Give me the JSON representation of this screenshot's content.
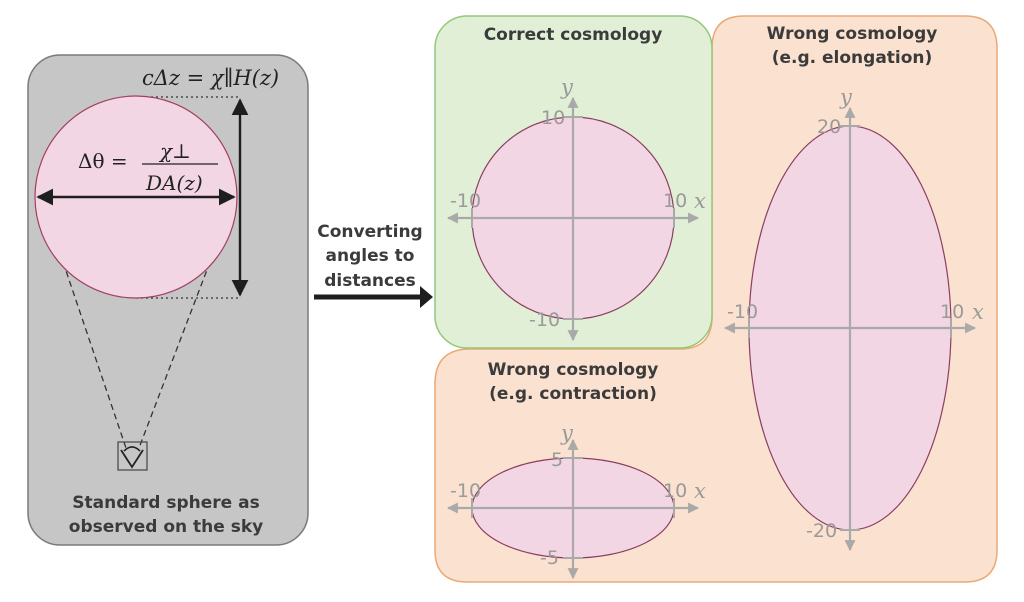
{
  "left_panel": {
    "caption_line1": "Standard sphere as",
    "caption_line2": "observed on the sky",
    "formula_top": "cΔz  = χ∥H(z)",
    "formula_lhs": "Δθ  =",
    "formula_numerator": "χ⊥",
    "formula_denominator": "DA(z)",
    "colors": {
      "panel": "#c6c6c6",
      "sphere": "#f3d6e4"
    }
  },
  "arrow_label": {
    "line1": "Converting",
    "line2": "angles to",
    "line3": "distances"
  },
  "panels": {
    "correct": {
      "title_line1": "Correct cosmology",
      "x_neg": "-10",
      "x_pos": "10",
      "y_pos": "10",
      "y_neg": "-10",
      "x_axis": "x",
      "y_axis": "y",
      "color": "#e0efd6"
    },
    "contraction": {
      "title_line1": "Wrong cosmology",
      "title_line2": "(e.g. contraction)",
      "x_neg": "-10",
      "x_pos": "10",
      "y_pos": "5",
      "y_neg": "-5",
      "x_axis": "x",
      "y_axis": "y",
      "color": "#fbe2d0"
    },
    "elongation": {
      "title_line1": "Wrong cosmology",
      "title_line2": "(e.g. elongation)",
      "x_neg": "-10",
      "x_pos": "10",
      "y_pos": "20",
      "y_neg": "-20",
      "x_axis": "x",
      "y_axis": "y",
      "color": "#fbe2d0"
    }
  }
}
